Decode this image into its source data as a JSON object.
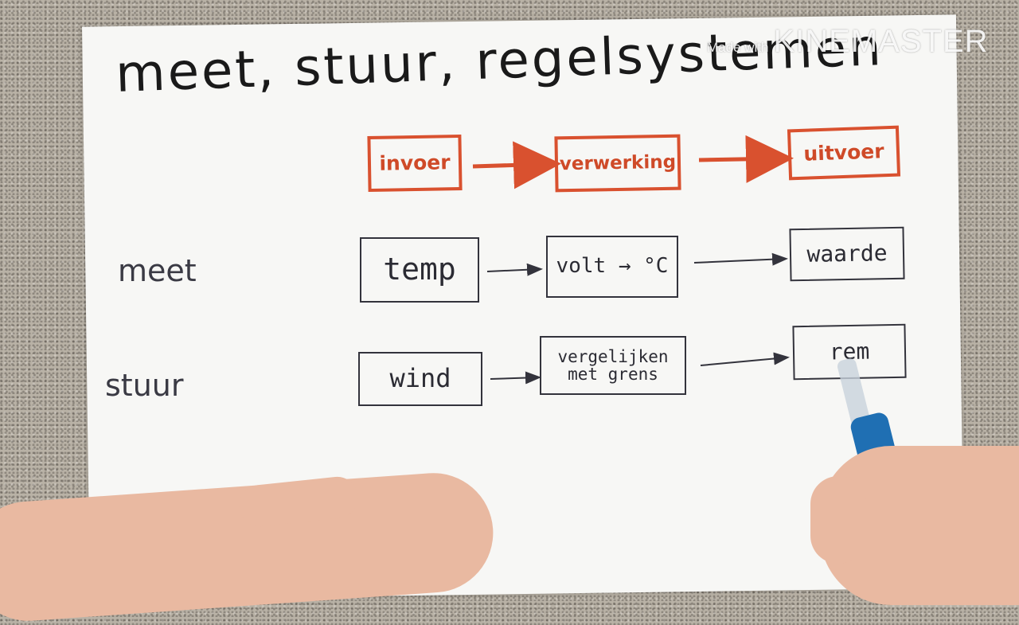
{
  "title": "meet, stuur, regelsystemen",
  "watermark": {
    "prefix": "Made with",
    "brand": "KINEMASTER"
  },
  "header_row": [
    {
      "label": "invoer"
    },
    {
      "label": "verwerking"
    },
    {
      "label": "uitvoer"
    }
  ],
  "rows": [
    {
      "label": "meet",
      "input": "temp",
      "process": "volt → °C",
      "output": "waarde"
    },
    {
      "label": "stuur",
      "input": "wind",
      "process": "vergelijken\nmet grens",
      "output": "rem"
    }
  ],
  "colors": {
    "accent": "#d9512f",
    "ink": "#2b2b33"
  }
}
